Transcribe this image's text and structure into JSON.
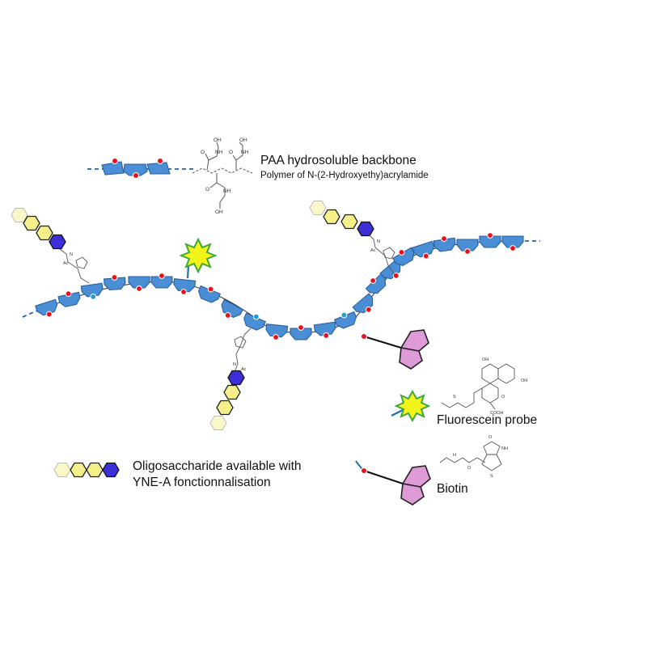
{
  "legend": {
    "backbone_title": "PAA hydrosoluble backbone",
    "backbone_subtitle": "Polymer of N-(2-Hydroxyethy)acrylamide",
    "fluorescein": "Fluorescein probe",
    "biotin": "Biotin",
    "oligo_line1": "Oligosaccharide available with",
    "oligo_line2": "YNE-A fonctionnalisation"
  },
  "structure_labels": {
    "oh": "OH",
    "nh": "NH",
    "o": "O",
    "n": "N",
    "ac": "Ac",
    "s": "S",
    "h": "H",
    "cooh": "COOH"
  },
  "colors": {
    "backbone_blue": "#4a8fd6",
    "backbone_edge": "#2a5fa0",
    "red_dot": "#e8121c",
    "cyan_dot": "#1e9ed6",
    "sugar_yellow": "#f5ef8a",
    "sugar_blue": "#3c2fd9",
    "biotin_pink": "#df9ad8",
    "burst_yellow": "#f3f51a",
    "burst_green": "#3ea83a"
  },
  "icons": {
    "fluorescein": "starburst-icon",
    "biotin": "bicyclic-pentagon-icon",
    "oligosaccharide": "hexagon-chain-icon"
  }
}
